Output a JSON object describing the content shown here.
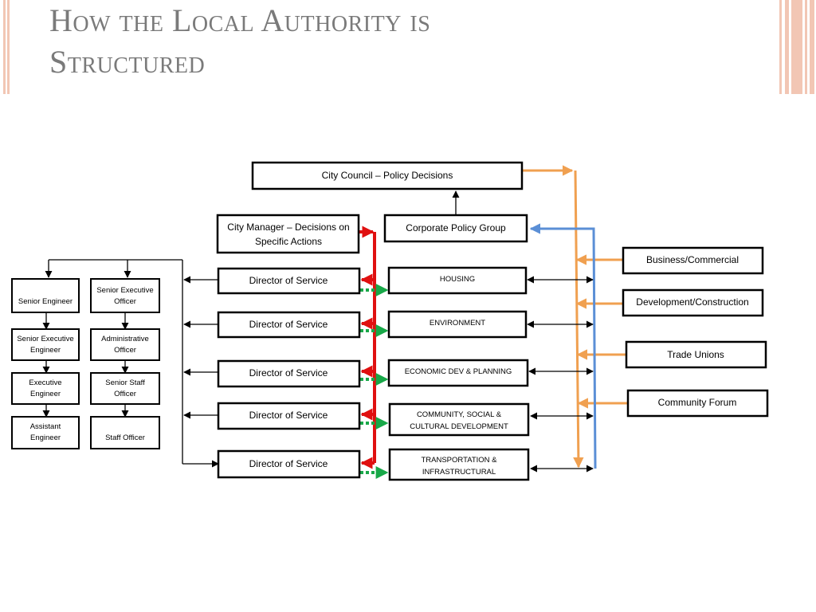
{
  "slide": {
    "title_line1": "How the Local Authority is",
    "title_line2": "Structured"
  },
  "diagram": {
    "city_council": "City Council – Policy Decisions",
    "city_manager_line1": "City Manager – Decisions on",
    "city_manager_line2": "Specific Actions",
    "corporate_policy_group": "Corporate Policy Group",
    "director_label": "Director of Service",
    "spcs": [
      {
        "line1": "HOUSING",
        "line2": ""
      },
      {
        "line1": "ENVIRONMENT",
        "line2": ""
      },
      {
        "line1": "ECONOMIC DEV & PLANNING",
        "line2": ""
      },
      {
        "line1": "COMMUNITY, SOCIAL &",
        "line2": "CULTURAL DEVELOPMENT"
      },
      {
        "line1": "TRANSPORTATION &",
        "line2": "INFRASTRUCTURAL"
      }
    ],
    "stakeholders": [
      "Business/Commercial",
      "Development/Construction",
      "Trade Unions",
      "Community Forum"
    ],
    "engineering_staff": [
      {
        "line1": "Senior Engineer",
        "line2": ""
      },
      {
        "line1": "Senior Executive",
        "line2": "Engineer"
      },
      {
        "line1": "Executive",
        "line2": "Engineer"
      },
      {
        "line1": "Assistant",
        "line2": "Engineer"
      }
    ],
    "admin_staff": [
      {
        "line1": "Senior Executive",
        "line2": "Officer"
      },
      {
        "line1": "Administrative",
        "line2": "Officer"
      },
      {
        "line1": "Senior Staff",
        "line2": "Officer"
      },
      {
        "line1": "Staff Officer",
        "line2": ""
      }
    ],
    "colors": {
      "council_link": "#f0a050",
      "manager_link": "#e01010",
      "policy_link": "#5b8fd6",
      "service_link": "#18a848"
    }
  }
}
